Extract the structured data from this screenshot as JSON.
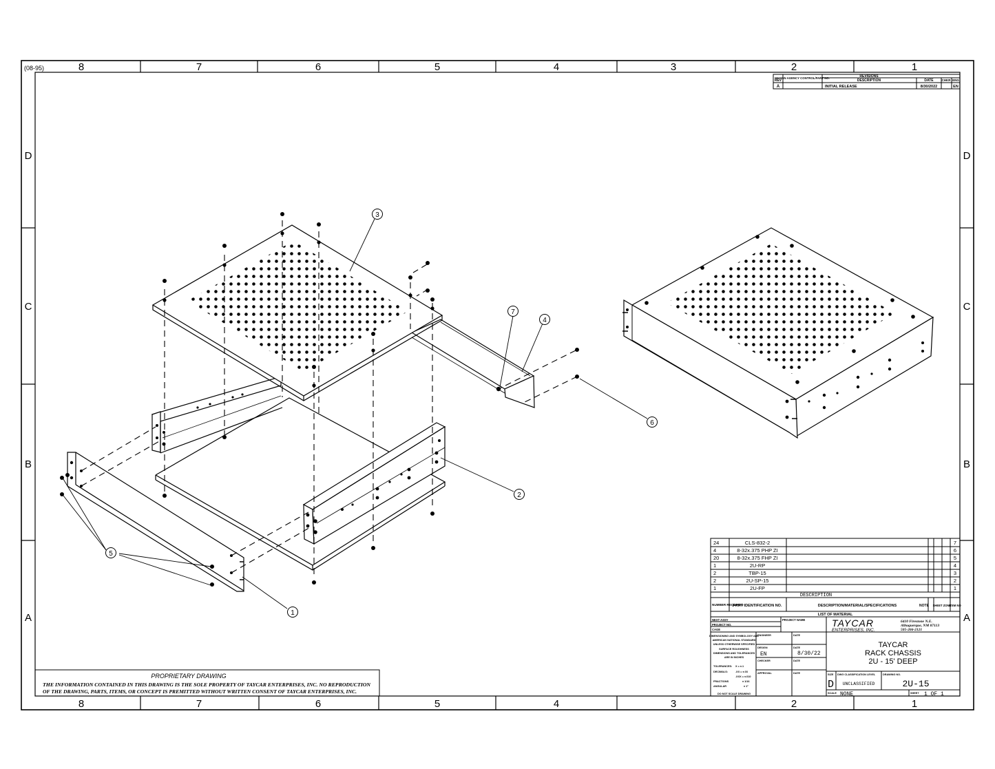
{
  "sheet": {
    "form_code": "(08-95)",
    "col_zones": [
      "8",
      "7",
      "6",
      "5",
      "4",
      "3",
      "2",
      "1"
    ],
    "row_zones": [
      "D",
      "C",
      "B",
      "A"
    ]
  },
  "revisions": {
    "title": "REVISIONS",
    "h_rev": "REV",
    "h_agency": "DESIGN AGENCY CONTROL/PART NO.",
    "h_desc": "DESCRIPTION",
    "h_date": "DATE",
    "h_chkr": "CHKR",
    "h_eng": "ENG",
    "row": {
      "rev": "A",
      "desc": "INITIAL RELEASE",
      "date": "8/30/2022",
      "eng": "EN"
    }
  },
  "balloons": [
    "1",
    "2",
    "3",
    "4",
    "5",
    "6",
    "7"
  ],
  "bom": {
    "rows": [
      {
        "qty": "24",
        "part": "CLS-832-2",
        "item": "7"
      },
      {
        "qty": "4",
        "part": "8-32x.375 PHP ZI",
        "item": "6"
      },
      {
        "qty": "20",
        "part": "8-32x.375 FHP ZI",
        "item": "5"
      },
      {
        "qty": "1",
        "part": "2U-RP",
        "item": "4"
      },
      {
        "qty": "2",
        "part": "TBP-15",
        "item": "3"
      },
      {
        "qty": "2",
        "part": "2U-SP-15",
        "item": "2"
      },
      {
        "qty": "1",
        "part": "2U-FP",
        "item": "1"
      }
    ],
    "desc_heading": "DESCRIPTION",
    "h_number_required": "NUMBER REQUIRED",
    "h_part_id": "PART IDENTIFICATION NO.",
    "h_desc_mat": "DESCRIPTION/MATERIAL/SPECIFICATIONS",
    "h_note": "NOTE",
    "h_sheet_zone": "SHEET ZONE",
    "h_item_no": "ITEM NO",
    "list_title": "LIST OF MATERIAL"
  },
  "title_block": {
    "next_assy": "NEXT ASSY",
    "project_no": "PROJECT NO.",
    "cage": "CAGE",
    "project_name": "PROJECT NAME",
    "company_name": "TAYCAR",
    "company_sub": "ENTERPRISES, INC.",
    "address_1": "6410 Firestone N.E.",
    "address_2": "Albuquerque, NM 87113",
    "phone": "505-266-2121",
    "notes": [
      "DIMENSIONING AND SYMBOLOGY ARE",
      "AMERICAN NATIONAL STANDARD",
      "UNLESS OTHERWISE SPECIFIED",
      "SURFACE ROUGHNESS",
      "DIMENSIONS AND TOLERANCES",
      "ARE IN INCHES",
      "TOLERANCES:",
      "DECIMALS:",
      "FRACTIONS",
      "ANGULAR",
      "DO NOT SCALE DRAWING"
    ],
    "tol_x": "X = ±.1",
    "tol_xx": ".XX = ±.03",
    "tol_xxx": ".XXX = ±.010",
    "tol_frac": "± 1/16",
    "tol_ang": "± 1°",
    "lbl_engineer": "ENGINEER",
    "lbl_design": "DESIGN",
    "lbl_checker": "CHECKER",
    "lbl_approval": "APPROVAL",
    "lbl_date": "DATE",
    "design_by": "EN",
    "design_date": "8/30/22",
    "title_1": "TAYCAR",
    "title_2": "RACK CHASSIS",
    "title_3": "2U - 15' DEEP",
    "lbl_size": "SIZE",
    "lbl_dwg_class": "DWG CLASSIFICATION LEVEL",
    "lbl_drawing_no": "DRAWING NO.",
    "size": "D",
    "classification": "UNCLASSIFIED",
    "drawing_no": "2U-15",
    "lbl_scale": "SCALE",
    "scale": "NONE",
    "lbl_sheet": "SHEET",
    "sheet_no": "1 OF 1"
  },
  "proprietary": {
    "title": "PROPRIETARY DRAWING",
    "line_1": "THE INFORMATION CONTAINED IN THIS DRAWING IS THE SOLE PROPERTY OF TAYCAR  ENTERPRISES, INC.  NO REPRODUCTION",
    "line_2": "OF THE DRAWING, PARTS, ITEMS, OR CONCEPT IS PREMITTED WITHOUT WRITTEN CONSENT OF TAYCAR ENTERPRISES, INC."
  }
}
